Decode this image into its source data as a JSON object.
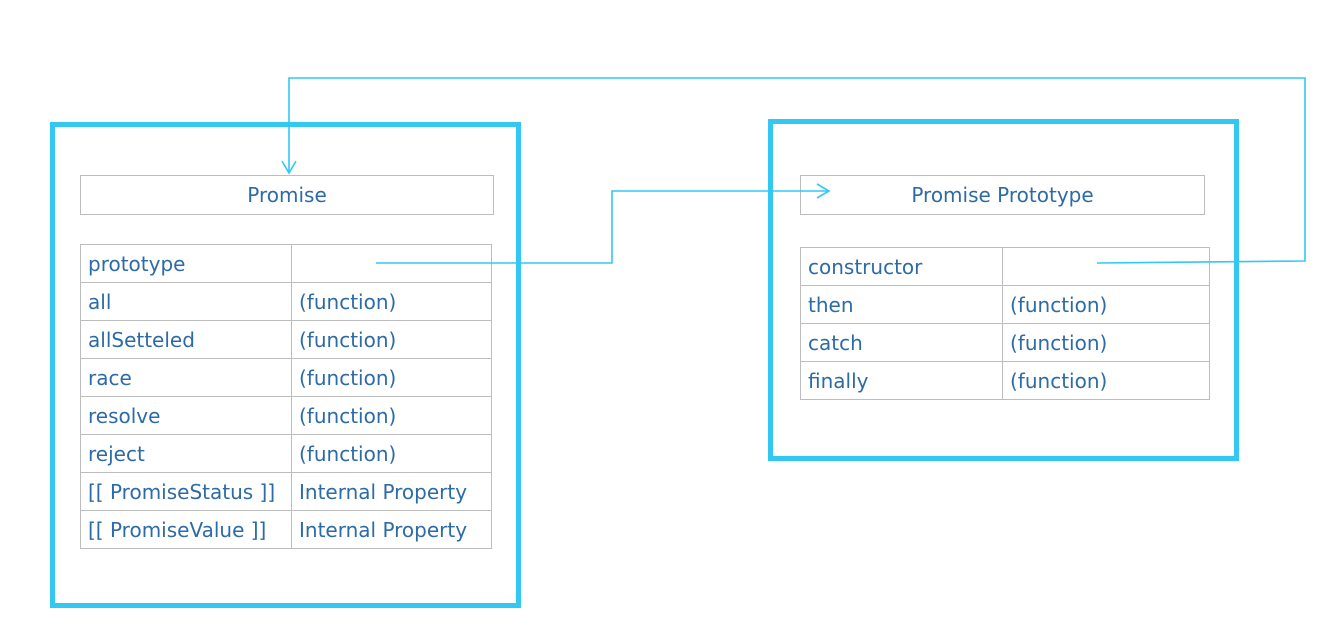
{
  "colors": {
    "frame": "#33c8f3",
    "text": "#2d6ba6",
    "cell_border": "#bdbdbd",
    "connector": "#33c8f3"
  },
  "promise": {
    "title": "Promise",
    "rows": [
      {
        "name": "prototype",
        "value": ""
      },
      {
        "name": "all",
        "value": "(function)"
      },
      {
        "name": "allSetteled",
        "value": "(function)"
      },
      {
        "name": "race",
        "value": "(function)"
      },
      {
        "name": "resolve",
        "value": "(function)"
      },
      {
        "name": "reject",
        "value": "(function)"
      },
      {
        "name": "[[ PromiseStatus ]]",
        "value": "Internal Property"
      },
      {
        "name": "[[ PromiseValue ]]",
        "value": "Internal Property"
      }
    ]
  },
  "prototype_box": {
    "title": "Promise Prototype",
    "rows": [
      {
        "name": "constructor",
        "value": ""
      },
      {
        "name": "then",
        "value": "(function)"
      },
      {
        "name": "catch",
        "value": "(function)"
      },
      {
        "name": "finally",
        "value": "(function)"
      }
    ]
  },
  "connectors": [
    {
      "from": "promise.prototype",
      "to": "Promise Prototype",
      "arrow": "arrow-head-icon"
    },
    {
      "from": "prototype_box.constructor",
      "to": "Promise",
      "arrow": "arrow-head-icon"
    }
  ]
}
